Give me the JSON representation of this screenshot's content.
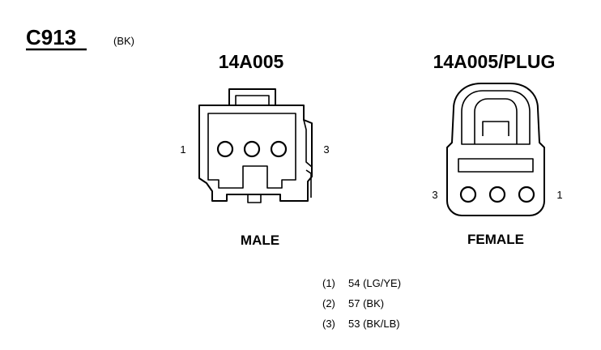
{
  "connector": {
    "id": "C913",
    "color_code": "(BK)"
  },
  "male": {
    "part_number": "14A005",
    "gender_label": "MALE",
    "left_pin_label": "1",
    "right_pin_label": "3"
  },
  "female": {
    "part_number": "14A005/PLUG",
    "gender_label": "FEMALE",
    "left_pin_label": "3",
    "right_pin_label": "1"
  },
  "pinout": [
    {
      "pin": "(1)",
      "circuit": "54 (LG/YE)"
    },
    {
      "pin": "(2)",
      "circuit": "57 (BK)"
    },
    {
      "pin": "(3)",
      "circuit": "53 (BK/LB)"
    }
  ]
}
